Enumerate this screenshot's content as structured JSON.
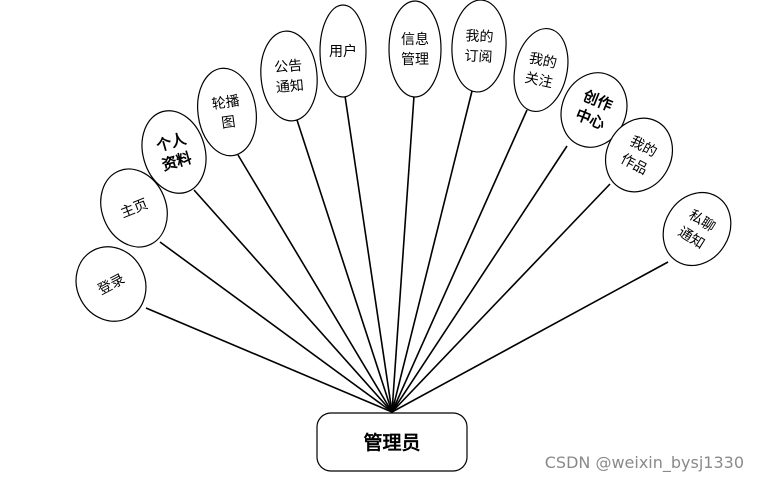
{
  "diagram": {
    "root": {
      "label": "管理员"
    },
    "nodes": [
      {
        "id": "login",
        "lines": [
          "登录"
        ]
      },
      {
        "id": "home",
        "lines": [
          "主页"
        ]
      },
      {
        "id": "profile",
        "lines": [
          "个人",
          "资料"
        ]
      },
      {
        "id": "carousel",
        "lines": [
          "轮播",
          "图"
        ]
      },
      {
        "id": "notice",
        "lines": [
          "公告",
          "通知"
        ]
      },
      {
        "id": "user",
        "lines": [
          "用户"
        ]
      },
      {
        "id": "info",
        "lines": [
          "信息",
          "管理"
        ]
      },
      {
        "id": "subscribe",
        "lines": [
          "我的",
          "订阅"
        ]
      },
      {
        "id": "follow",
        "lines": [
          "我的",
          "关注"
        ]
      },
      {
        "id": "create",
        "lines": [
          "创作",
          "中心"
        ]
      },
      {
        "id": "works",
        "lines": [
          "我的",
          "作品"
        ]
      },
      {
        "id": "chat",
        "lines": [
          "私聊",
          "通知"
        ]
      }
    ]
  },
  "watermark": "CSDN @weixin_bysj1330"
}
